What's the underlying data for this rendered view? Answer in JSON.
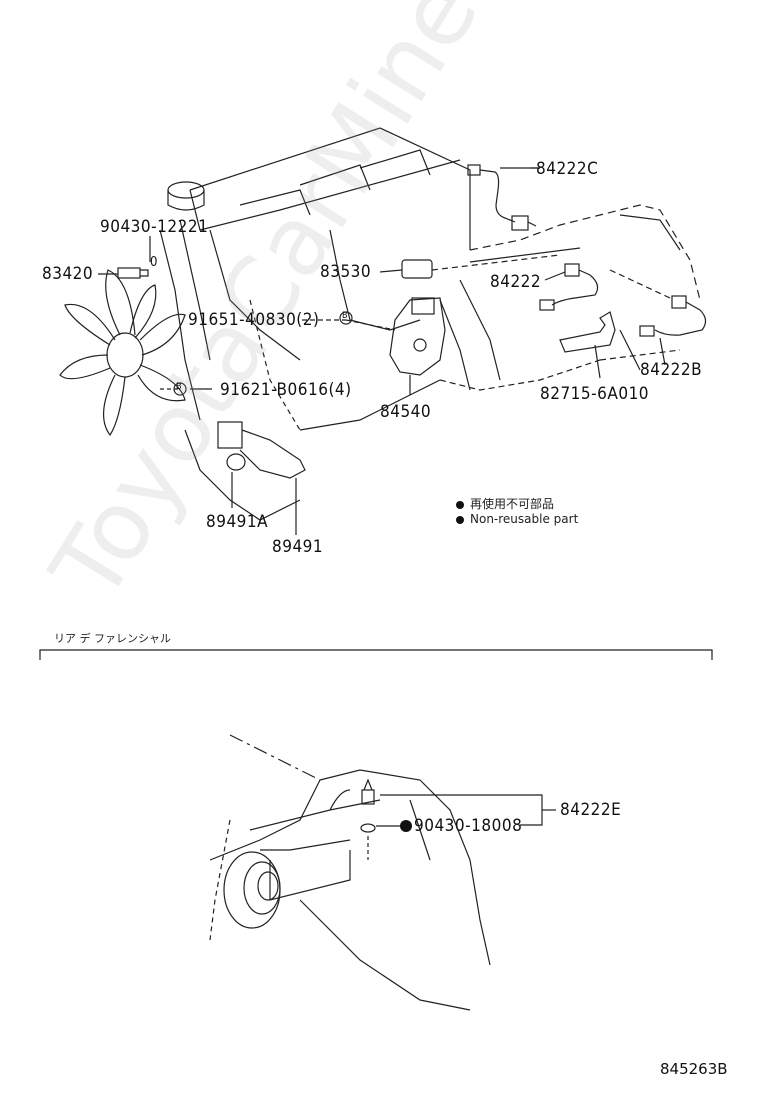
{
  "parts": {
    "p84222C": "84222C",
    "p90430_12221": "90430-12221",
    "p83420": "83420",
    "p83530": "83530",
    "p84222": "84222",
    "p91651": "91651-40830(2)",
    "p84222B": "84222B",
    "p91621": "91621-B0616(4)",
    "p82715": "82715-6A010",
    "p84540": "84540",
    "p89491A": "89491A",
    "p89491": "89491",
    "p84222E": "84222E",
    "p90430_18008": "90430-18008"
  },
  "legend": {
    "jp": "再使用不可部品",
    "en": "Non-reusable part"
  },
  "section_title": "リア デ ファレンシャル",
  "doc_id": "845263B",
  "watermark": "ToyotaCarMine.ru",
  "callout_marks": {
    "b1": "B",
    "b2": "B",
    "zero": "0"
  }
}
